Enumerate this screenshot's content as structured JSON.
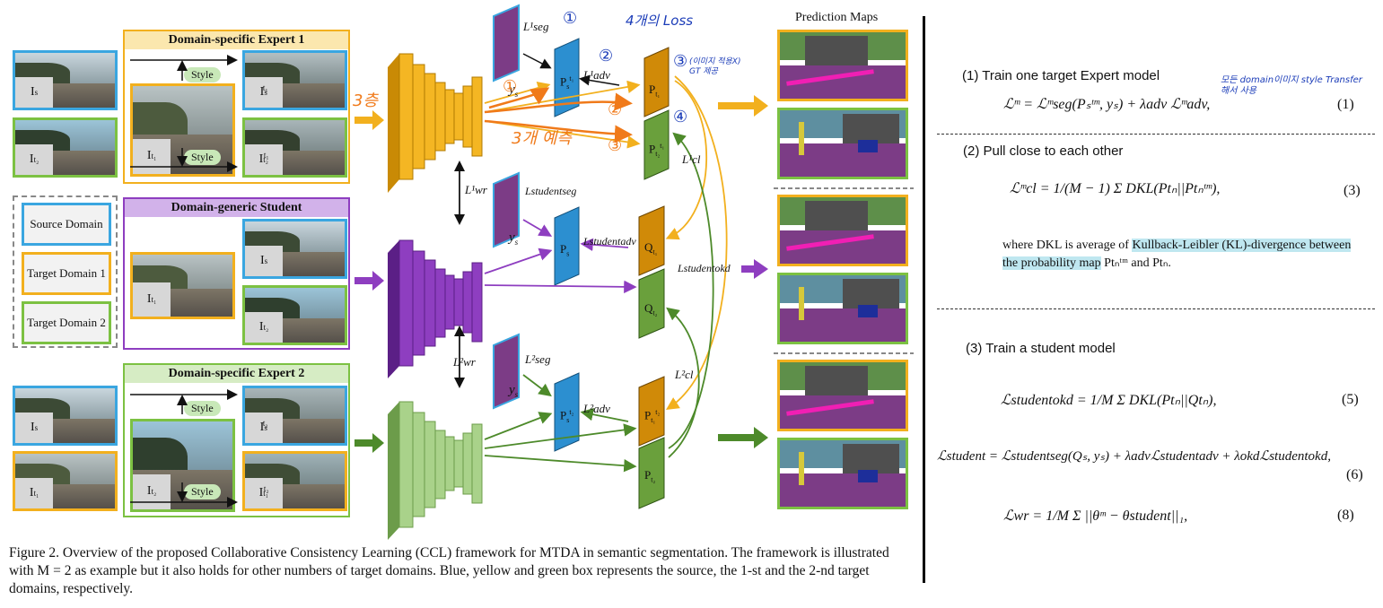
{
  "figure": {
    "panels": {
      "expert1_title": "Domain-specific Expert 1",
      "student_title": "Domain-generic Student",
      "expert2_title": "Domain-specific Expert 2",
      "style_label": "Style",
      "legend": [
        "Source Domain",
        "Target Domain 1",
        "Target Domain 2"
      ]
    },
    "prediction_maps_title": "Prediction Maps",
    "labels": {
      "Is": "I",
      "It": "I",
      "ys": "y"
    },
    "losses": {
      "l_seg1": "L¹seg",
      "l_adv1": "L¹adv",
      "l_cl1": "L¹cl",
      "l_wr1": "L¹wr",
      "l_seg_student": "Lstudentseg",
      "l_adv_student": "Lstudentadv",
      "l_okd_student": "Lstudentokd",
      "l_wr2": "L²wr",
      "l_seg2": "L²seg",
      "l_adv2": "L²adv",
      "l_cl2": "L²cl"
    },
    "annotations": {
      "loss4": "4개의 Loss",
      "three_stage": "3층",
      "three_pred": "3개 예측",
      "num1": "①",
      "num2": "②",
      "num3": "③",
      "num4": "④",
      "note3": "(이미지 적용X) GT 제공"
    }
  },
  "caption": "Figure 2. Overview of the proposed Collaborative Consistency Learning (CCL) framework for MTDA in semantic segmentation. The framework is illustrated with M = 2 as example but it also holds for other numbers of target domains. Blue, yellow and green box represents the source, the 1-st and the 2-nd target domains, respectively.",
  "right": {
    "section1": "(1) Train one target Expert model",
    "section1_note": "모든 domain이미지 style Transfer해서 사용",
    "section2": "(2) Pull close to each other",
    "section3": "(3) Train a student model",
    "eq1": "ℒᵐ = ℒᵐseg(Pₛᵗᵐ, yₛ) + λadv ℒᵐadv,",
    "eq1_num": "(1)",
    "eq3": "ℒᵐcl = 1/(M − 1) Σ DKL(Ptₙ||Ptₙᵗᵐ),",
    "eq3_num": "(3)",
    "kl_text_a": "where DKL is average of ",
    "kl_text_b": "Kullback-Leibler (KL)-divergence between the probability map",
    "kl_text_c": " Ptₙᵗᵐ and Ptₙ.",
    "eq5": "ℒstudentokd = 1/M Σ DKL(Ptₙ||Qtₙ),",
    "eq5_num": "(5)",
    "eq6": "ℒstudent = ℒstudentseg(Qₛ, yₛ) + λadvℒstudentadv + λokdℒstudentokd,",
    "eq6_num": "(6)",
    "eq8": "ℒwr = 1/M Σ ||θᵐ − θstudent||₁,",
    "eq8_num": "(8)"
  }
}
